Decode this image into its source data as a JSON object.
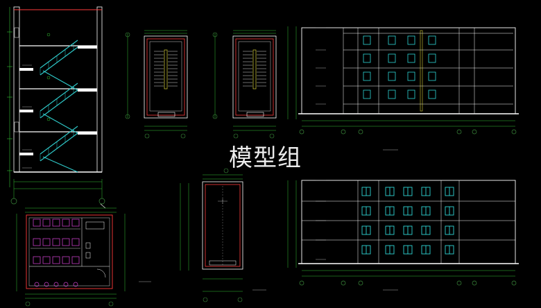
{
  "watermark": "模型组",
  "colors": {
    "background": "#000000",
    "outline": "#ffffff",
    "wall": "#ff3b3b",
    "stair": "#2ec7c7",
    "dimension": "#35c435",
    "axis_bubble": "#3b8a3b",
    "fixture": "#c23cc2",
    "window": "#2fd6d6",
    "text": "#d8d8d8"
  },
  "drawings": {
    "stair_section": {
      "name": "stair-section"
    },
    "stair_plan_a": {
      "name": "stair-plan-upper"
    },
    "stair_plan_b": {
      "name": "stair-plan-lower"
    },
    "elevation_top": {
      "name": "rear-elevation",
      "floors": 4
    },
    "elevation_bottom": {
      "name": "front-elevation",
      "floors": 4
    },
    "toilet_plan": {
      "name": "toilet-plan"
    },
    "stair_top_plan": {
      "name": "stair-roof-plan"
    }
  }
}
